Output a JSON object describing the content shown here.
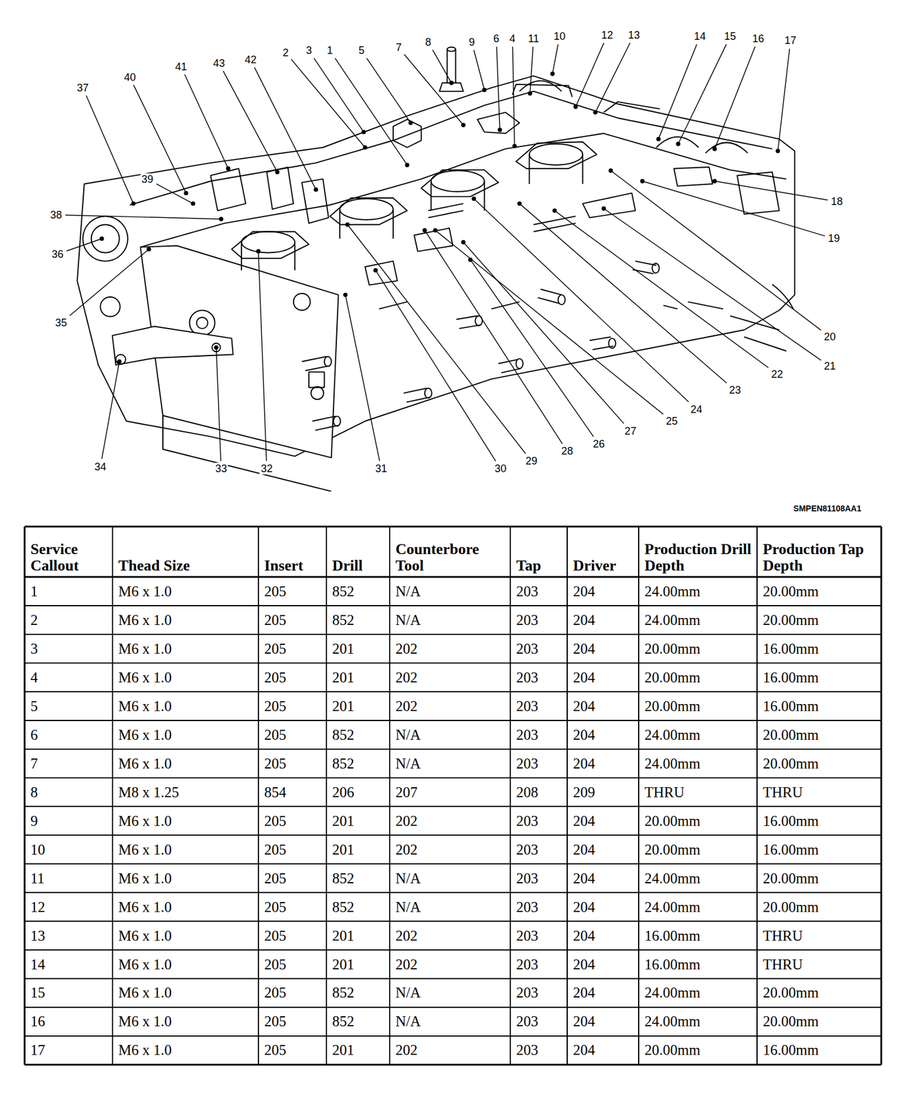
{
  "diagram": {
    "labels": [
      "37",
      "40",
      "41",
      "43",
      "42",
      "2",
      "3",
      "1",
      "5",
      "7",
      "8",
      "9",
      "6",
      "4",
      "11",
      "10",
      "12",
      "13",
      "14",
      "15",
      "16",
      "17",
      "18",
      "19",
      "20",
      "21",
      "22",
      "23",
      "24",
      "25",
      "26",
      "27",
      "28",
      "29",
      "30",
      "31",
      "32",
      "33",
      "34",
      "35",
      "36",
      "38",
      "39",
      "SMPEN81108AA1",
      "Service Callout",
      "Thead Size",
      "Insert",
      "Drill",
      "Counterbore Tool",
      "Tap",
      "Driver",
      "Production Drill Depth",
      "Production Tap Depth",
      "1",
      "M6 x 1.0",
      "205",
      "852",
      "N/A",
      "203",
      "204",
      "24.00mm",
      "20.00mm",
      "2",
      "M6 x 1.0",
      "205",
      "852",
      "N/A",
      "203",
      "204",
      "24.00mm",
      "20.00mm",
      "3",
      "M6 x 1.0",
      "205",
      "201",
      "202",
      "203",
      "204",
      "20.00mm",
      "16.00mm",
      "4",
      "M6 x 1.0",
      "205",
      "201",
      "202",
      "203",
      "204",
      "20.00mm",
      "16.00mm",
      "5",
      "M6 x 1.0",
      "205",
      "201",
      "202",
      "203",
      "204",
      "20.00mm",
      "16.00mm",
      "6",
      "M6 x 1.0",
      "205",
      "852",
      "N/A",
      "203",
      "204",
      "24.00mm",
      "20.00mm",
      "7",
      "M6 x 1.0",
      "205",
      "852",
      "N/A",
      "203",
      "204",
      "24.00mm",
      "20.00mm",
      "8",
      "M8 x 1.25",
      "854",
      "206",
      "207",
      "208",
      "209",
      "THRU",
      "THRU",
      "9",
      "M6 x 1.0",
      "205",
      "201",
      "202",
      "203",
      "204",
      "20.00mm",
      "16.00mm",
      "10",
      "M6 x 1.0",
      "205",
      "201",
      "202",
      "203",
      "204",
      "20.00mm",
      "16.00mm",
      "11",
      "M6 x 1.0",
      "205",
      "852",
      "N/A",
      "203",
      "204",
      "24.00mm",
      "20.00mm",
      "12",
      "M6 x 1.0",
      "205",
      "852",
      "N/A",
      "203",
      "204",
      "24.00mm",
      "20.00mm",
      "13",
      "M6 x 1.0",
      "205",
      "201",
      "202",
      "203",
      "204",
      "16.00mm",
      "THRU",
      "14",
      "M6 x 1.0",
      "205",
      "201",
      "202",
      "203",
      "204",
      "16.00mm",
      "THRU",
      "15",
      "M6 x 1.0",
      "205",
      "852",
      "N/A",
      "203",
      "204",
      "24.00mm",
      "20.00mm",
      "16",
      "M6 x 1.0",
      "205",
      "852",
      "N/A",
      "203",
      "204",
      "24.00mm",
      "20.00mm",
      "17",
      "M6 x 1.0",
      "205",
      "201",
      "202",
      "203",
      "204",
      "20.00mm",
      "16.00mm"
    ]
  }
}
